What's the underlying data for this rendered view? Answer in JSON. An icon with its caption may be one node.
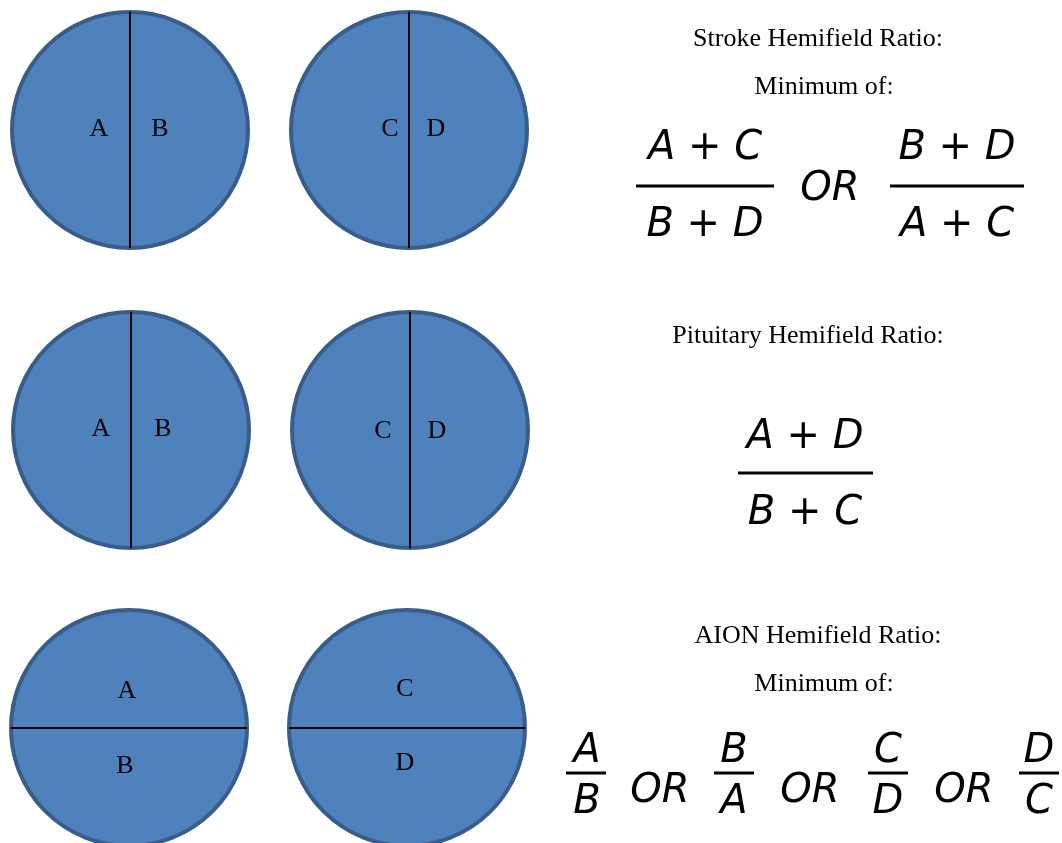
{
  "diagram": {
    "nodes": [
      {
        "text": [
          "A",
          "B"
        ]
      },
      {
        "text": [
          "C",
          "D"
        ]
      },
      {
        "text": [
          "A",
          "B"
        ]
      },
      {
        "text": [
          "C",
          "D"
        ]
      },
      {
        "text": [
          "A",
          "B"
        ]
      },
      {
        "text": [
          "C",
          "D"
        ]
      }
    ],
    "labels": [
      "Stroke Hemifield Ratio:",
      "Minimum of:",
      "A + C",
      "B + D",
      "OR",
      "B + D",
      "A + C",
      "Pituitary Hemifield Ratio:",
      "A + D",
      "B + C",
      "AION Hemifield Ratio:",
      "Minimum of:",
      "A",
      "B",
      "OR",
      "B",
      "A",
      "OR",
      "C",
      "D",
      "OR",
      "D",
      "C"
    ]
  }
}
